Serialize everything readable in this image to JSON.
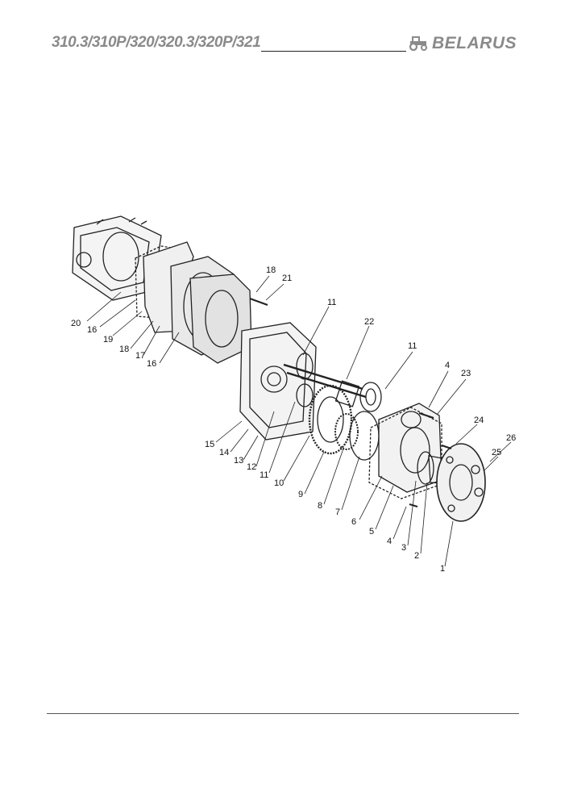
{
  "header": {
    "model_list": "310.3/310P/320/320.3/320P/321",
    "brand": "BELARUS"
  },
  "diagram": {
    "callouts": [
      "1",
      "2",
      "3",
      "4",
      "4",
      "5",
      "6",
      "7",
      "8",
      "9",
      "10",
      "11",
      "11",
      "11",
      "12",
      "13",
      "14",
      "15",
      "16",
      "16",
      "17",
      "18",
      "18",
      "19",
      "20",
      "21",
      "22",
      "23",
      "24",
      "25",
      "26"
    ]
  },
  "icons": {
    "brand_logo": "tractor-icon"
  }
}
